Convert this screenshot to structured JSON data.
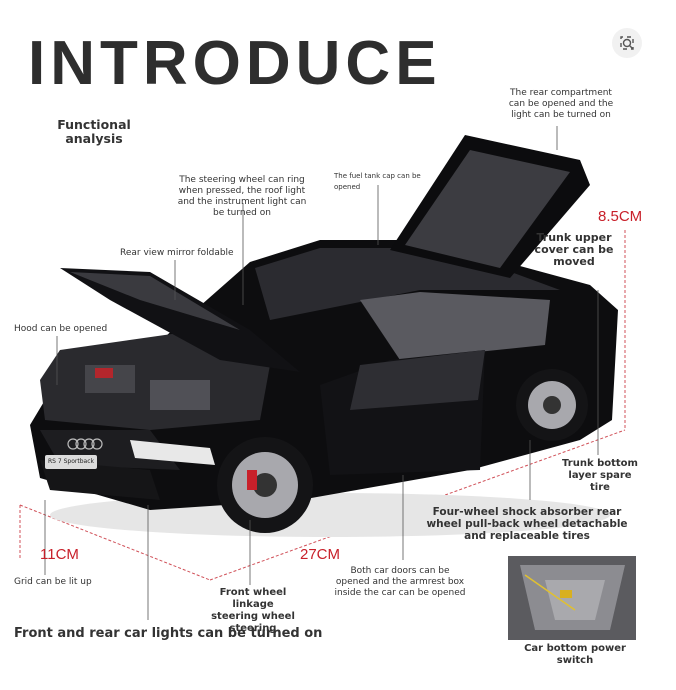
{
  "title": "INTRODUCE",
  "subtitle": "Functional analysis",
  "labels": {
    "steering": "The steering wheel can ring when pressed, the roof light and the instrument light can be turned on",
    "fuel": "The fuel tank cap can be opened",
    "rear_comp": "The rear compartment can be opened and the light can be turned on",
    "mirror": "Rear view mirror foldable",
    "hood": "Hood can be opened",
    "trunk_upper": "Trunk upper cover can be moved",
    "trunk_bottom": "Trunk bottom layer spare tire",
    "shock": "Four-wheel shock absorber rear wheel pull-back wheel detachable and replaceable tires",
    "doors": "Both car doors can be opened and the armrest box inside the car can be opened",
    "front_wheel": "Front wheel linkage steering wheel steering",
    "grid": "Grid can be lit up",
    "lights": "Front and rear car lights can be turned on",
    "power_switch": "Car bottom power switch"
  },
  "dims": {
    "height": "8.5CM",
    "width": "11CM",
    "length": "27CM"
  },
  "plate": "RS 7 Sportback",
  "colors": {
    "accent": "#c8202a",
    "car": "#0d0d0f",
    "text": "#333333"
  },
  "icons": {
    "lens": "lens-search-icon"
  }
}
